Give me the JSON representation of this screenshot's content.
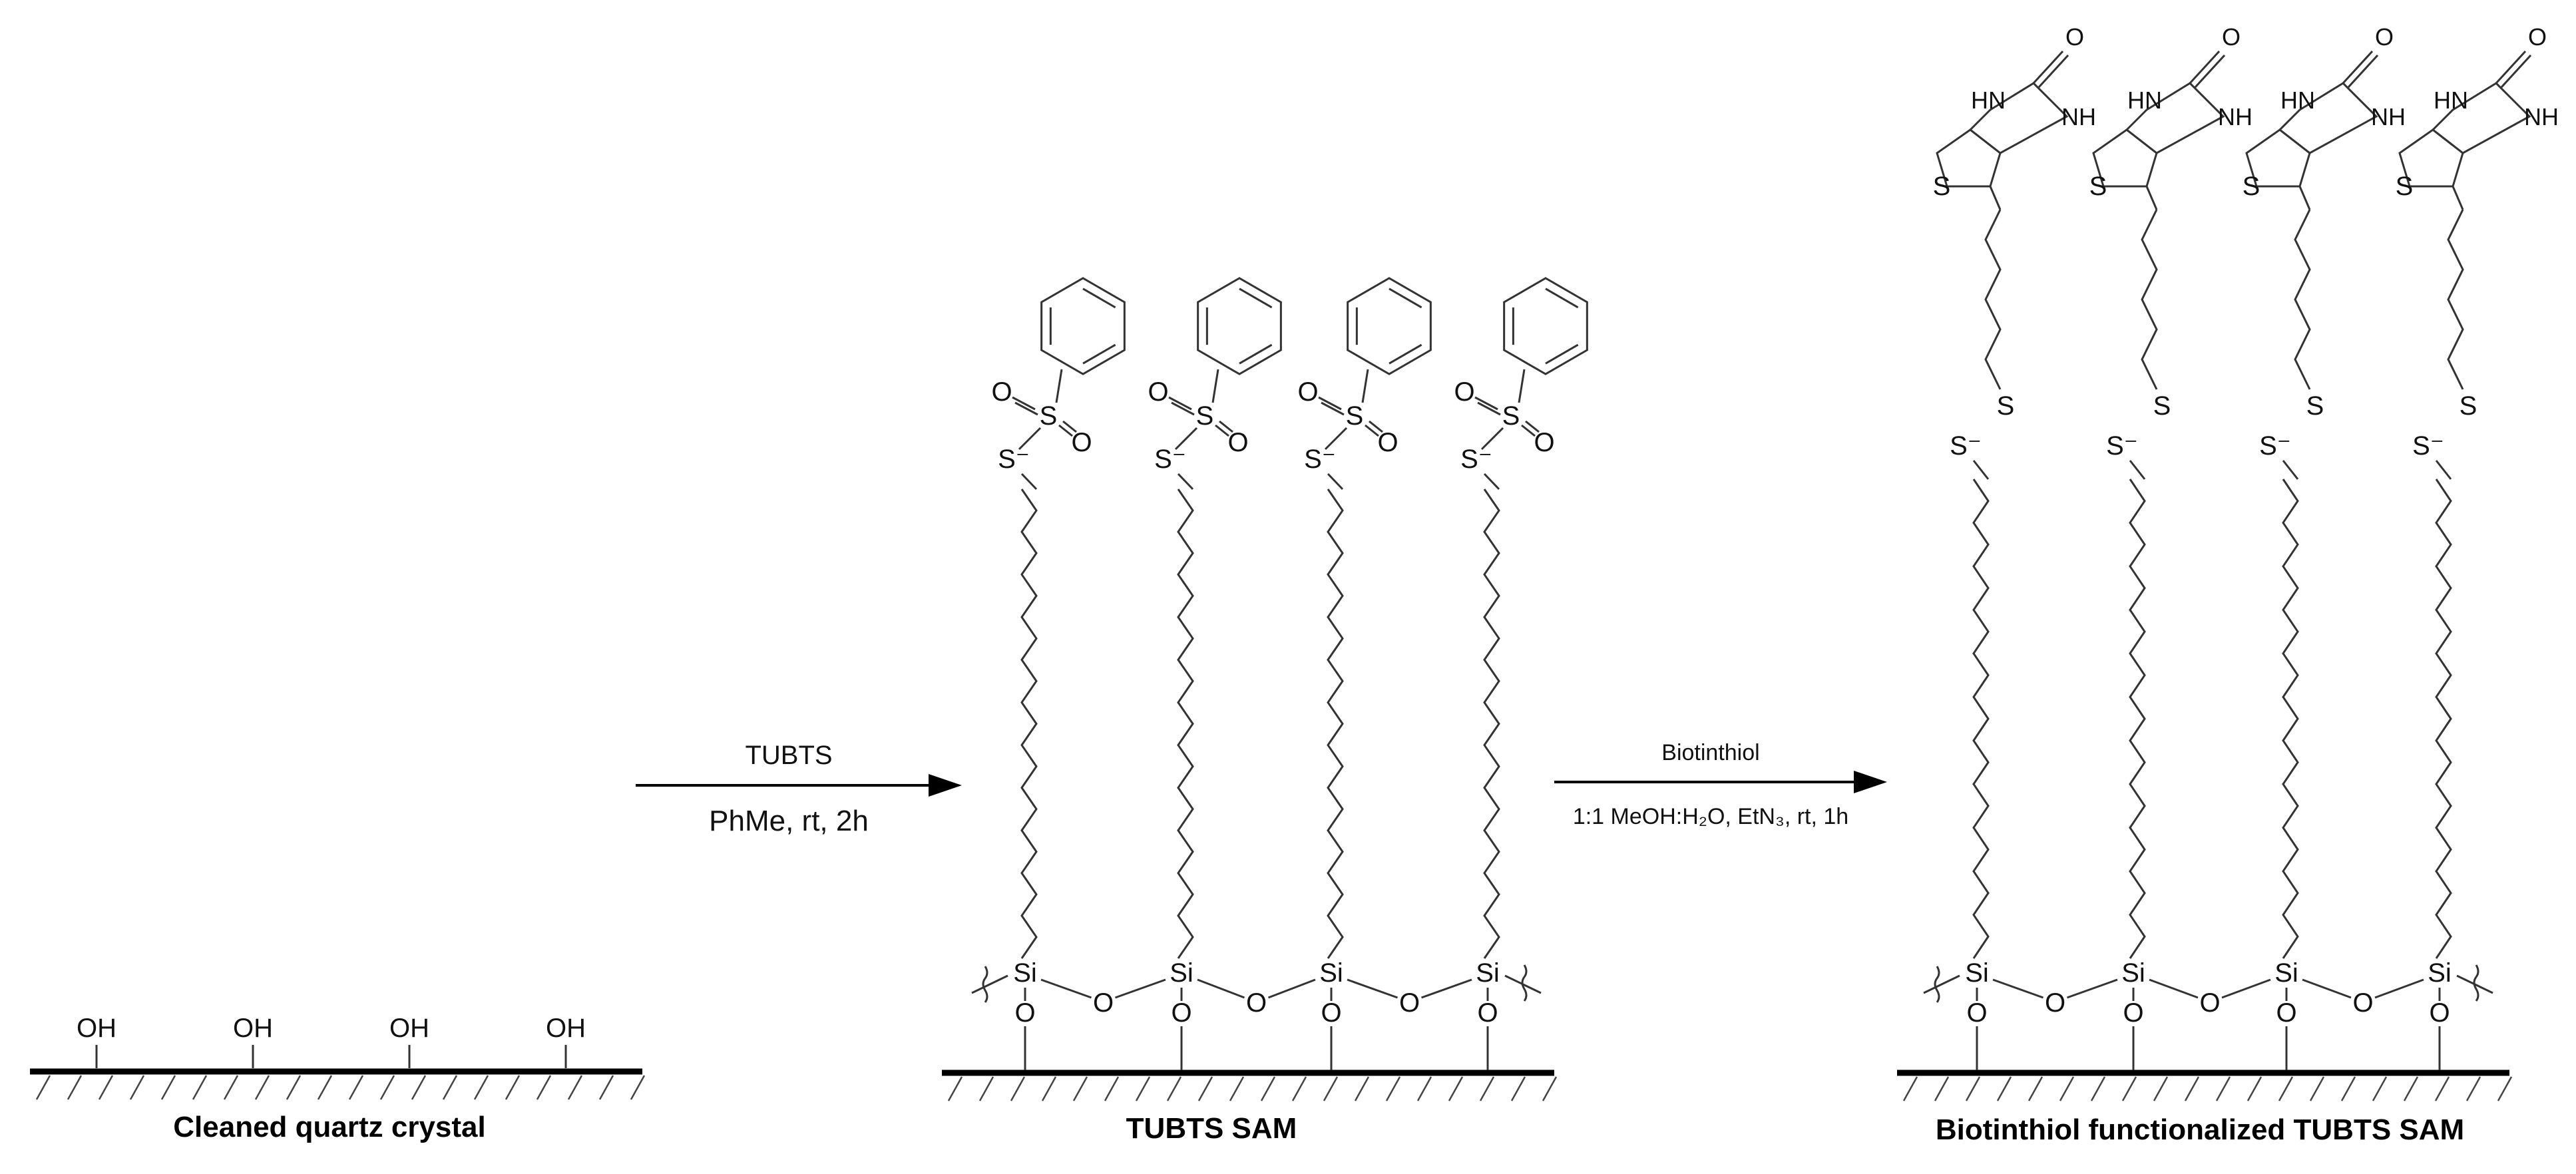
{
  "panels": {
    "left": {
      "caption": "Cleaned quartz crystal",
      "groups": [
        "OH",
        "OH",
        "OH",
        "OH"
      ]
    },
    "middle": {
      "caption": "TUBTS SAM"
    },
    "right": {
      "caption": "Biotinthiol functionalized TUBTS SAM"
    }
  },
  "arrows": {
    "first": {
      "reagent": "TUBTS",
      "conditions": "PhMe, rt, 2h"
    },
    "second": {
      "reagent": "Biotinthiol",
      "conditions": "1:1 MeOH:H₂O, EtN₃, rt, 1h"
    }
  },
  "atoms": {
    "silicon": "Si",
    "oxygen": "O",
    "sulfur": "S",
    "thiolate": "S⁻",
    "amine": "HN",
    "amine_right": "NH"
  }
}
